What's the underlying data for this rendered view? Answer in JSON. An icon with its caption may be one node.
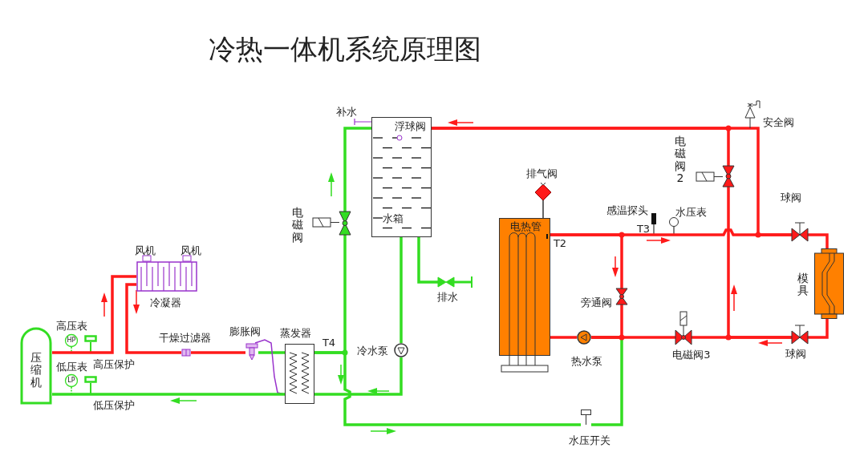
{
  "diagram": {
    "title": "冷热一体机系统原理图",
    "nodes": [
      {
        "text": [
          "压缩机"
        ]
      },
      {
        "text": [
          "冷凝器"
        ]
      },
      {
        "text": [
          "干燥过滤器"
        ]
      },
      {
        "text": [
          "膨胀阀"
        ]
      },
      {
        "text": [
          "蒸发器"
        ]
      },
      {
        "text": [
          "浮球阀",
          "水箱"
        ]
      },
      {
        "text": [
          "电磁阀"
        ]
      },
      {
        "text": [
          "冷水泵"
        ]
      },
      {
        "text": [
          "排水"
        ]
      },
      {
        "text": [
          "电热管"
        ],
        "beside": [
          "T2"
        ]
      },
      {
        "text": [
          "排气阀"
        ]
      },
      {
        "text": [
          "热水泵"
        ]
      },
      {
        "text": [
          "旁通阀"
        ]
      },
      {
        "text": [
          "电磁阀3"
        ]
      },
      {
        "text": [
          "电磁阀2"
        ]
      },
      {
        "text": [
          "球阀"
        ]
      },
      {
        "text": [
          "模具"
        ]
      },
      {
        "text": [
          "球阀"
        ]
      },
      {
        "text": [
          "安全阀"
        ]
      },
      {
        "text": [
          "水压开关"
        ]
      },
      {
        "text": [
          "水压表"
        ]
      },
      {
        "text": [
          "感温探头"
        ],
        "beside": [
          "T3"
        ]
      },
      {
        "text": [
          "HP"
        ],
        "beside": [
          "高压表"
        ]
      },
      {
        "text": [
          "高压保护"
        ]
      },
      {
        "text": [
          "LP"
        ],
        "beside": [
          "低压表"
        ]
      },
      {
        "text": [
          "低压保护"
        ]
      }
    ],
    "edges": [
      {
        "from": 0,
        "to": 1,
        "arrow": "none"
      },
      {
        "from": 1,
        "to": 2,
        "arrow": "none"
      },
      {
        "from": 2,
        "to": 3,
        "arrow": "none"
      },
      {
        "from": 3,
        "to": 4,
        "arrow": "none",
        "color": "#33dd22"
      },
      {
        "from": 3,
        "to": 4,
        "arrow": "none",
        "color": "#9933cc"
      },
      {
        "from": 4,
        "to": 0,
        "arrow": "none",
        "color": "#33dd22"
      },
      {
        "from": 4,
        "to": 6,
        "arrow": "none",
        "color": "#33dd22"
      },
      {
        "from": 6,
        "to": 5,
        "arrow": "none",
        "color": "#33dd22"
      },
      {
        "from": 5,
        "to": 7,
        "arrow": "none",
        "color": "#33dd22"
      },
      {
        "from": 7,
        "to": 4,
        "arrow": "none",
        "color": "#33dd22"
      },
      {
        "from": 5,
        "to": 8,
        "arrow": "none",
        "color": "#33dd22"
      },
      {
        "from": 4,
        "to": 19,
        "arrow": "none",
        "color": "#33dd22"
      },
      {
        "from": 19,
        "to": 11,
        "arrow": "none",
        "color": "#33dd22"
      },
      {
        "from": 9,
        "to": 12,
        "arrow": "none"
      },
      {
        "from": 9,
        "to": 15,
        "arrow": "none"
      },
      {
        "from": 15,
        "to": 16,
        "arrow": "none"
      },
      {
        "from": 16,
        "to": 17,
        "arrow": "none"
      },
      {
        "from": 17,
        "to": 13,
        "arrow": "none"
      },
      {
        "from": 17,
        "to": 14,
        "arrow": "none"
      },
      {
        "from": 14,
        "to": 5,
        "arrow": "none"
      },
      {
        "from": 15,
        "to": 5,
        "arrow": "none"
      },
      {
        "from": 13,
        "to": 11,
        "arrow": "none"
      },
      {
        "from": 12,
        "to": 11,
        "arrow": "none"
      },
      {
        "from": 11,
        "to": 9,
        "arrow": "none"
      },
      {
        "from": 9,
        "to": 10,
        "arrow": "none",
        "color": "#333333"
      },
      {
        "from": 22,
        "to": 0,
        "arrow": "none",
        "style": "dashed",
        "color": "#33dd22"
      },
      {
        "from": 23,
        "to": 0,
        "arrow": "none",
        "color": "#33dd22"
      },
      {
        "from": 24,
        "to": 0,
        "arrow": "none",
        "style": "dashed",
        "color": "#33dd22"
      },
      {
        "from": 25,
        "to": 0,
        "arrow": "none",
        "color": "#33dd22"
      },
      {
        "from": 21,
        "to": 9,
        "arrow": "none",
        "color": "#333333"
      },
      {
        "from": 20,
        "to": 9,
        "arrow": "none",
        "color": "#333333"
      }
    ],
    "labels": [
      "风机",
      "风机",
      "补水",
      "T4"
    ]
  }
}
